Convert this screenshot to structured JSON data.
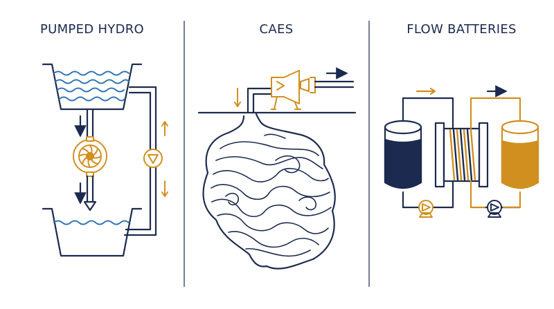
{
  "panels": [
    {
      "title": "PUMPED HYDRO"
    },
    {
      "title": "CAES"
    },
    {
      "title": "FLOW BATTERIES"
    }
  ],
  "colors": {
    "navy": "#1b2a4e",
    "gold": "#d08f1e",
    "water": "#2f74b5",
    "divider": "#4a5470"
  }
}
